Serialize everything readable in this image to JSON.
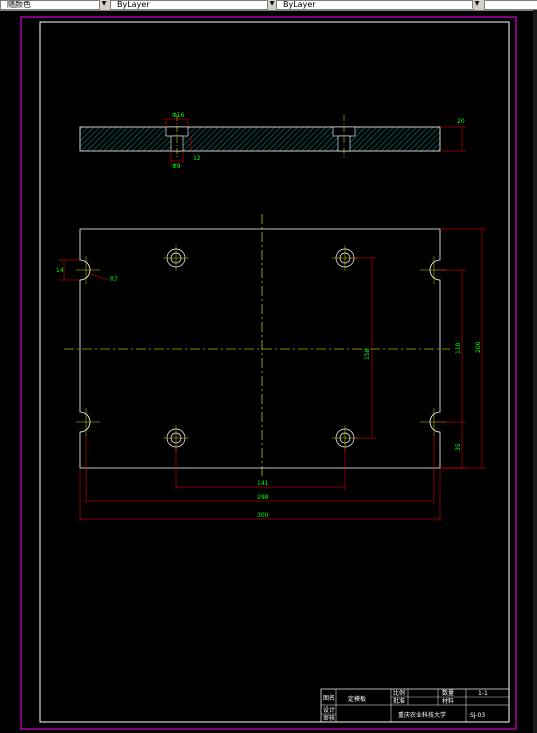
{
  "toolbar": {
    "layer_combo_left": "ByLayer",
    "layer_combo_right": "ByLayer",
    "color_combo": "随颜色"
  },
  "side_view": {
    "dim_top_hole": "Φ16",
    "dim_bottom_hole": "Φ9",
    "dim_depth": "12",
    "dim_thickness": "20"
  },
  "top_view": {
    "dim_slot_width": "14",
    "dim_slot_radius": "R7",
    "dim_hole_spacing_x": "141",
    "dim_slot_spacing_x": "298",
    "dim_overall_width": "300",
    "dim_hole_spacing_y": "158",
    "dim_slot_spacing_y": "118",
    "dim_overall_height": "200",
    "dim_edge_offset": "35"
  },
  "title_block": {
    "drawing_name_label": "图名",
    "drawing_name": "定模板",
    "designer_label": "设计",
    "checker_label": "审核",
    "approver_label": "批准",
    "scale_label": "比例",
    "material_label": "材料",
    "quantity_label": "数量",
    "school": "重庆农业科技大学",
    "sheet_number": "1-1",
    "drawing_code": "SJ-03"
  },
  "colors": {
    "drawing_frame": "#ff00ff",
    "border": "#ffffff",
    "centerline": "#ffff00",
    "dimension": "#ff0000",
    "dimension_text": "#00ff00",
    "hatch": "#00ffff"
  }
}
